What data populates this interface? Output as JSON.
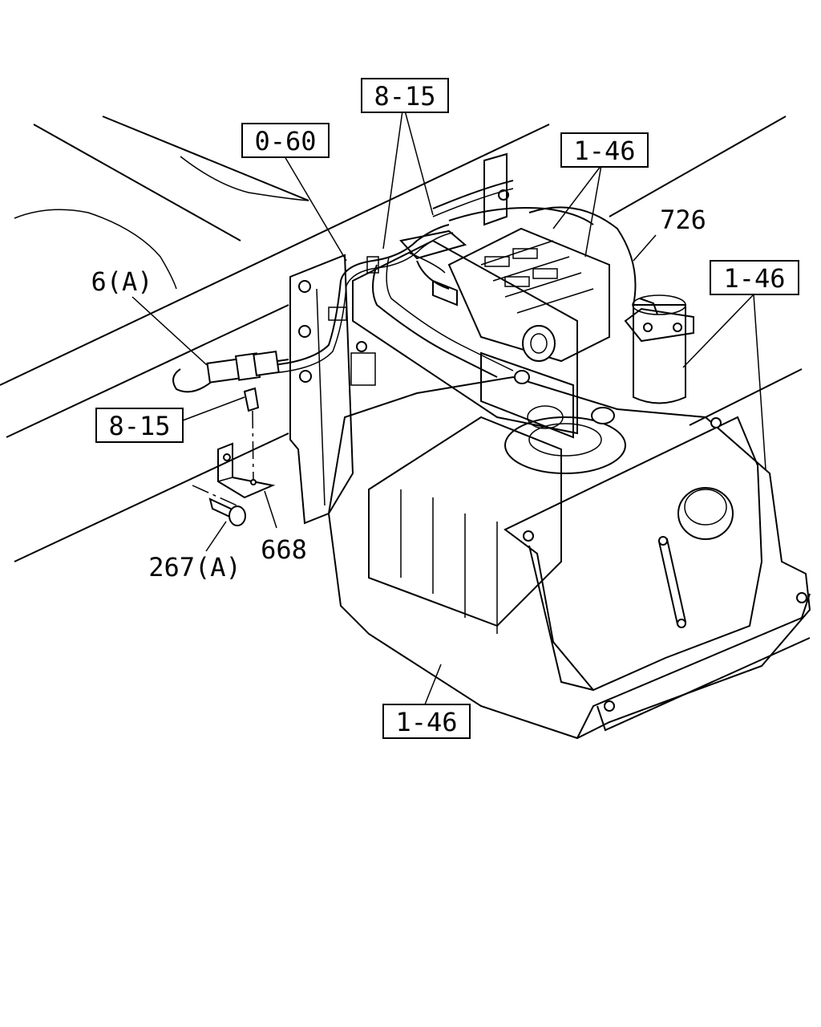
{
  "callouts": {
    "ref_8_15_top": "8-15",
    "ref_0_60": "0-60",
    "ref_1_46_top": "1-46",
    "part_726": "726",
    "ref_1_46_right": "1-46",
    "part_6a": "6(A)",
    "ref_8_15_left": "8-15",
    "part_267a": "267(A)",
    "part_668": "668",
    "ref_1_46_bottom": "1-46"
  }
}
